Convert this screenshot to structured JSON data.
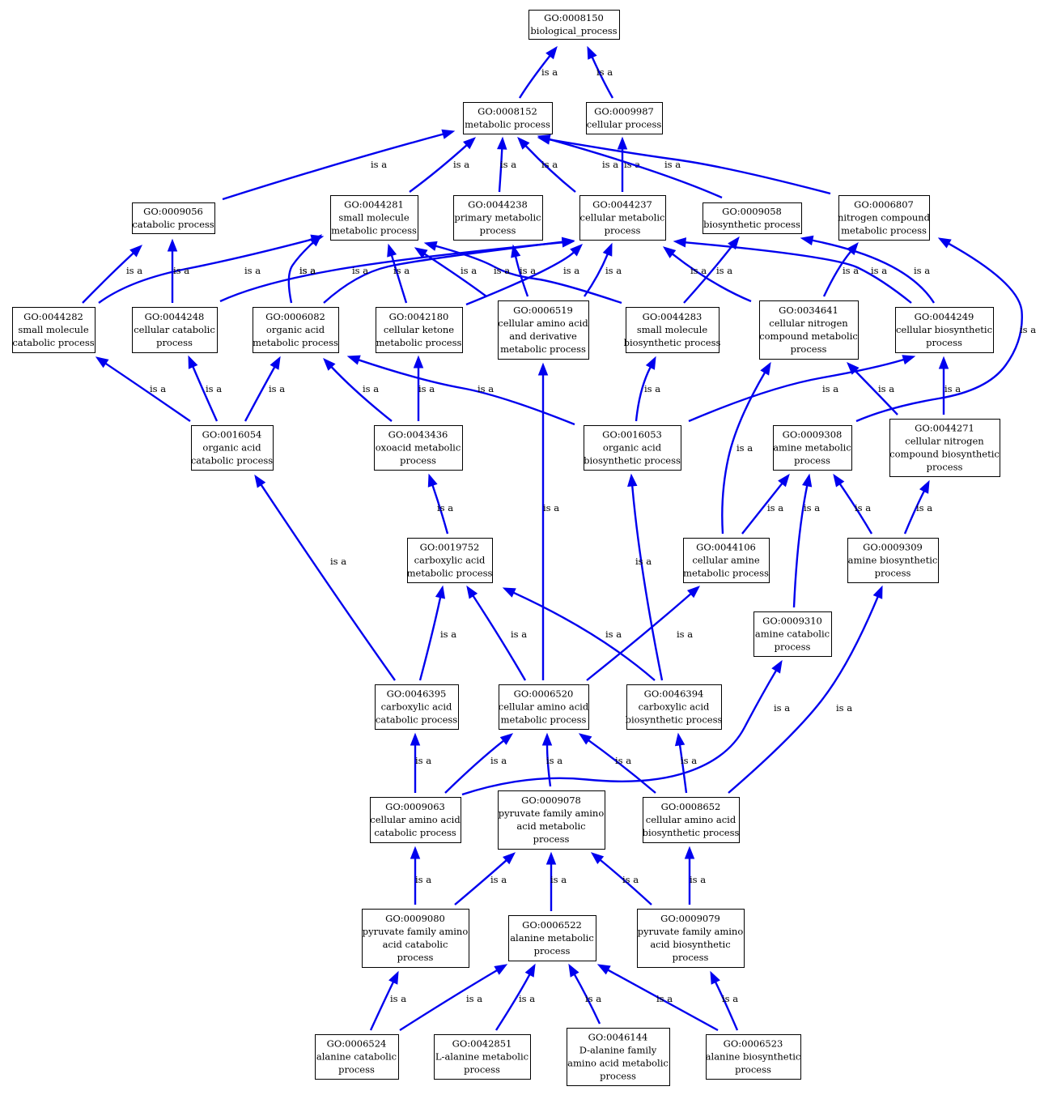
{
  "graph": {
    "nodes": [
      {
        "id": "n8150",
        "lines": [
          "GO:0008150",
          "biological_process"
        ]
      },
      {
        "id": "n8152",
        "lines": [
          "GO:0008152",
          "metabolic process"
        ]
      },
      {
        "id": "n9987",
        "lines": [
          "GO:0009987",
          "cellular process"
        ]
      },
      {
        "id": "n9056",
        "lines": [
          "GO:0009056",
          "catabolic process"
        ]
      },
      {
        "id": "n44281",
        "lines": [
          "GO:0044281",
          "small molecule",
          "metabolic process"
        ]
      },
      {
        "id": "n44238",
        "lines": [
          "GO:0044238",
          "primary metabolic",
          "process"
        ]
      },
      {
        "id": "n44237",
        "lines": [
          "GO:0044237",
          "cellular metabolic",
          "process"
        ]
      },
      {
        "id": "n9058",
        "lines": [
          "GO:0009058",
          "biosynthetic process"
        ]
      },
      {
        "id": "n6807",
        "lines": [
          "GO:0006807",
          "nitrogen compound",
          "metabolic process"
        ]
      },
      {
        "id": "n44282",
        "lines": [
          "GO:0044282",
          "small molecule",
          "catabolic process"
        ]
      },
      {
        "id": "n44248",
        "lines": [
          "GO:0044248",
          "cellular catabolic",
          "process"
        ]
      },
      {
        "id": "n6082",
        "lines": [
          "GO:0006082",
          "organic acid",
          "metabolic process"
        ]
      },
      {
        "id": "n42180",
        "lines": [
          "GO:0042180",
          "cellular ketone",
          "metabolic process"
        ]
      },
      {
        "id": "n6519",
        "lines": [
          "GO:0006519",
          "cellular amino acid",
          "and derivative",
          "metabolic process"
        ]
      },
      {
        "id": "n44283",
        "lines": [
          "GO:0044283",
          "small molecule",
          "biosynthetic process"
        ]
      },
      {
        "id": "n34641",
        "lines": [
          "GO:0034641",
          "cellular nitrogen",
          "compound metabolic",
          "process"
        ]
      },
      {
        "id": "n44249",
        "lines": [
          "GO:0044249",
          "cellular biosynthetic",
          "process"
        ]
      },
      {
        "id": "n16054",
        "lines": [
          "GO:0016054",
          "organic acid",
          "catabolic process"
        ]
      },
      {
        "id": "n43436",
        "lines": [
          "GO:0043436",
          "oxoacid metabolic",
          "process"
        ]
      },
      {
        "id": "n16053",
        "lines": [
          "GO:0016053",
          "organic acid",
          "biosynthetic process"
        ]
      },
      {
        "id": "n9308",
        "lines": [
          "GO:0009308",
          "amine metabolic",
          "process"
        ]
      },
      {
        "id": "n44271",
        "lines": [
          "GO:0044271",
          "cellular nitrogen",
          "compound biosynthetic",
          "process"
        ]
      },
      {
        "id": "n19752",
        "lines": [
          "GO:0019752",
          "carboxylic acid",
          "metabolic process"
        ]
      },
      {
        "id": "n44106",
        "lines": [
          "GO:0044106",
          "cellular amine",
          "metabolic process"
        ]
      },
      {
        "id": "n9309",
        "lines": [
          "GO:0009309",
          "amine biosynthetic",
          "process"
        ]
      },
      {
        "id": "n9310",
        "lines": [
          "GO:0009310",
          "amine catabolic",
          "process"
        ]
      },
      {
        "id": "n46395",
        "lines": [
          "GO:0046395",
          "carboxylic acid",
          "catabolic process"
        ]
      },
      {
        "id": "n6520",
        "lines": [
          "GO:0006520",
          "cellular amino acid",
          "metabolic process"
        ]
      },
      {
        "id": "n46394",
        "lines": [
          "GO:0046394",
          "carboxylic acid",
          "biosynthetic process"
        ]
      },
      {
        "id": "n9063",
        "lines": [
          "GO:0009063",
          "cellular amino acid",
          "catabolic process"
        ]
      },
      {
        "id": "n9078",
        "lines": [
          "GO:0009078",
          "pyruvate family amino",
          "acid metabolic",
          "process"
        ]
      },
      {
        "id": "n8652",
        "lines": [
          "GO:0008652",
          "cellular amino acid",
          "biosynthetic process"
        ]
      },
      {
        "id": "n9080",
        "lines": [
          "GO:0009080",
          "pyruvate family amino",
          "acid catabolic",
          "process"
        ]
      },
      {
        "id": "n6522",
        "lines": [
          "GO:0006522",
          "alanine metabolic",
          "process"
        ]
      },
      {
        "id": "n9079",
        "lines": [
          "GO:0009079",
          "pyruvate family amino",
          "acid biosynthetic",
          "process"
        ]
      },
      {
        "id": "n6524",
        "lines": [
          "GO:0006524",
          "alanine catabolic",
          "process"
        ]
      },
      {
        "id": "n42851",
        "lines": [
          "GO:0042851",
          "L-alanine metabolic",
          "process"
        ]
      },
      {
        "id": "n46144",
        "lines": [
          "GO:0046144",
          "D-alanine family",
          "amino acid metabolic",
          "process"
        ]
      },
      {
        "id": "n6523",
        "lines": [
          "GO:0006523",
          "alanine biosynthetic",
          "process"
        ]
      }
    ],
    "edges": [
      {
        "from": "n8152",
        "to": "n8150",
        "label": "is a"
      },
      {
        "from": "n9987",
        "to": "n8150",
        "label": "is a"
      },
      {
        "from": "n9056",
        "to": "n8152",
        "label": "is a"
      },
      {
        "from": "n44281",
        "to": "n8152",
        "label": "is a"
      },
      {
        "from": "n44238",
        "to": "n8152",
        "label": "is a"
      },
      {
        "from": "n44237",
        "to": "n8152",
        "label": "is a"
      },
      {
        "from": "n44237",
        "to": "n9987",
        "label": "is a"
      },
      {
        "from": "n9058",
        "to": "n8152",
        "label": "is a"
      },
      {
        "from": "n6807",
        "to": "n8152",
        "label": "is a"
      },
      {
        "from": "n44282",
        "to": "n9056",
        "label": "is a"
      },
      {
        "from": "n44282",
        "to": "n44281",
        "label": "is a"
      },
      {
        "from": "n44248",
        "to": "n9056",
        "label": "is a"
      },
      {
        "from": "n44248",
        "to": "n44237",
        "label": "is a"
      },
      {
        "from": "n6082",
        "to": "n44281",
        "label": "is a"
      },
      {
        "from": "n6082",
        "to": "n44237",
        "label": "is a"
      },
      {
        "from": "n42180",
        "to": "n44281",
        "label": "is a"
      },
      {
        "from": "n42180",
        "to": "n44237",
        "label": "is a"
      },
      {
        "from": "n6519",
        "to": "n44238",
        "label": "is a"
      },
      {
        "from": "n6519",
        "to": "n44237",
        "label": "is a"
      },
      {
        "from": "n6519",
        "to": "n44281",
        "label": "is a"
      },
      {
        "from": "n44283",
        "to": "n44281",
        "label": "is a"
      },
      {
        "from": "n44283",
        "to": "n9058",
        "label": "is a"
      },
      {
        "from": "n34641",
        "to": "n44237",
        "label": "is a"
      },
      {
        "from": "n34641",
        "to": "n6807",
        "label": "is a"
      },
      {
        "from": "n44249",
        "to": "n44237",
        "label": "is a"
      },
      {
        "from": "n44249",
        "to": "n9058",
        "label": "is a"
      },
      {
        "from": "n16054",
        "to": "n44282",
        "label": "is a"
      },
      {
        "from": "n16054",
        "to": "n44248",
        "label": "is a"
      },
      {
        "from": "n16054",
        "to": "n6082",
        "label": "is a"
      },
      {
        "from": "n43436",
        "to": "n6082",
        "label": "is a"
      },
      {
        "from": "n43436",
        "to": "n42180",
        "label": "is a"
      },
      {
        "from": "n16053",
        "to": "n6082",
        "label": "is a"
      },
      {
        "from": "n16053",
        "to": "n44283",
        "label": "is a"
      },
      {
        "from": "n16053",
        "to": "n44249",
        "label": "is a"
      },
      {
        "from": "n9308",
        "to": "n6807",
        "label": "is a"
      },
      {
        "from": "n44271",
        "to": "n34641",
        "label": "is a"
      },
      {
        "from": "n44271",
        "to": "n44249",
        "label": "is a"
      },
      {
        "from": "n19752",
        "to": "n43436",
        "label": "is a"
      },
      {
        "from": "n44106",
        "to": "n9308",
        "label": "is a"
      },
      {
        "from": "n44106",
        "to": "n34641",
        "label": "is a"
      },
      {
        "from": "n9309",
        "to": "n9308",
        "label": "is a"
      },
      {
        "from": "n9309",
        "to": "n44271",
        "label": "is a"
      },
      {
        "from": "n9310",
        "to": "n9308",
        "label": "is a"
      },
      {
        "from": "n46395",
        "to": "n16054",
        "label": "is a"
      },
      {
        "from": "n46395",
        "to": "n19752",
        "label": "is a"
      },
      {
        "from": "n6520",
        "to": "n19752",
        "label": "is a"
      },
      {
        "from": "n6520",
        "to": "n6519",
        "label": "is a"
      },
      {
        "from": "n6520",
        "to": "n44106",
        "label": "is a"
      },
      {
        "from": "n46394",
        "to": "n19752",
        "label": "is a"
      },
      {
        "from": "n46394",
        "to": "n16053",
        "label": "is a"
      },
      {
        "from": "n9063",
        "to": "n46395",
        "label": "is a"
      },
      {
        "from": "n9063",
        "to": "n6520",
        "label": "is a"
      },
      {
        "from": "n9063",
        "to": "n9310",
        "label": "is a"
      },
      {
        "from": "n9078",
        "to": "n6520",
        "label": "is a"
      },
      {
        "from": "n8652",
        "to": "n6520",
        "label": "is a"
      },
      {
        "from": "n8652",
        "to": "n46394",
        "label": "is a"
      },
      {
        "from": "n8652",
        "to": "n9309",
        "label": "is a"
      },
      {
        "from": "n9080",
        "to": "n9063",
        "label": "is a"
      },
      {
        "from": "n9080",
        "to": "n9078",
        "label": "is a"
      },
      {
        "from": "n6522",
        "to": "n9078",
        "label": "is a"
      },
      {
        "from": "n9079",
        "to": "n9078",
        "label": "is a"
      },
      {
        "from": "n9079",
        "to": "n8652",
        "label": "is a"
      },
      {
        "from": "n6524",
        "to": "n9080",
        "label": "is a"
      },
      {
        "from": "n6524",
        "to": "n6522",
        "label": "is a"
      },
      {
        "from": "n42851",
        "to": "n6522",
        "label": "is a"
      },
      {
        "from": "n46144",
        "to": "n6522",
        "label": "is a"
      },
      {
        "from": "n6523",
        "to": "n6522",
        "label": "is a"
      },
      {
        "from": "n6523",
        "to": "n9079",
        "label": "is a"
      }
    ]
  },
  "colors": {
    "edge": "#0000ee",
    "node_border": "#000000",
    "node_fill": "#ffffff",
    "background": "#ffffff"
  }
}
